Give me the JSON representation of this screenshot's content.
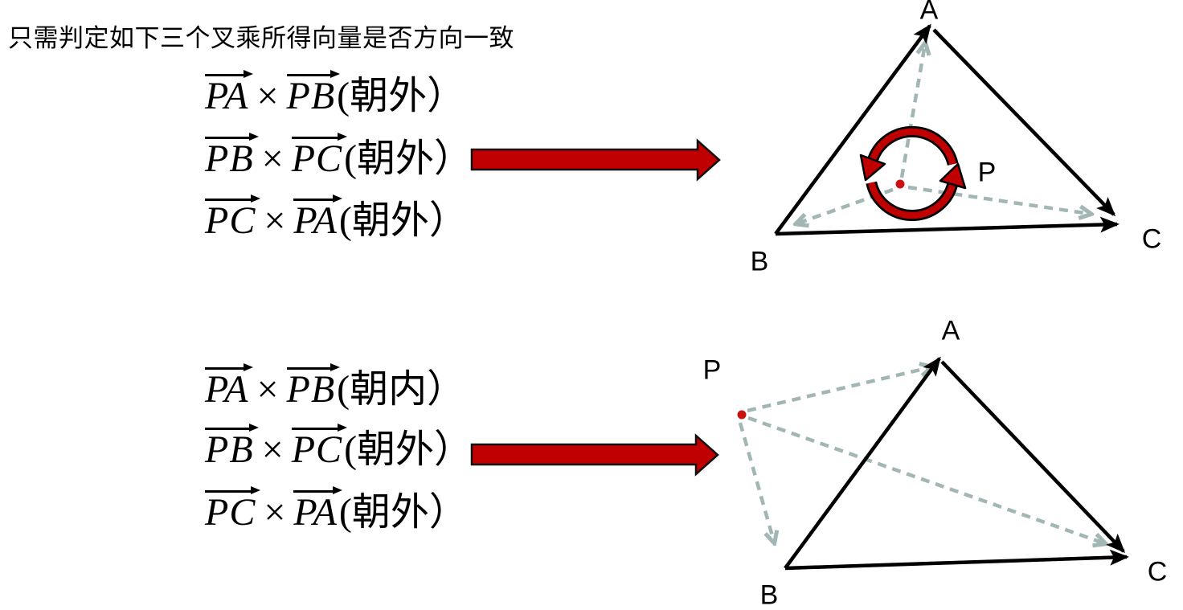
{
  "heading": "只需判定如下三个叉乘所得向量是否方向一致",
  "formula_blocks": [
    {
      "name": "case-point-inside",
      "lines": [
        {
          "v1": "PA",
          "op": "×",
          "v2": "PB",
          "suffix": "(朝外）"
        },
        {
          "v1": "PB",
          "op": "×",
          "v2": "PC",
          "suffix": "(朝外）"
        },
        {
          "v1": "PC",
          "op": "×",
          "v2": "PA",
          "suffix": "(朝外）"
        }
      ]
    },
    {
      "name": "case-point-outside",
      "lines": [
        {
          "v1": "PA",
          "op": "×",
          "v2": "PB",
          "suffix": "(朝内）"
        },
        {
          "v1": "PB",
          "op": "×",
          "v2": "PC",
          "suffix": "(朝外）"
        },
        {
          "v1": "PC",
          "op": "×",
          "v2": "PA",
          "suffix": "(朝外）"
        }
      ]
    }
  ],
  "diagrams": [
    {
      "name": "triangle-point-inside",
      "labels": {
        "A": "A",
        "B": "B",
        "C": "C",
        "P": "P"
      }
    },
    {
      "name": "triangle-point-outside",
      "labels": {
        "A": "A",
        "B": "B",
        "C": "C",
        "P": "P"
      }
    }
  ],
  "colors": {
    "arrow_red": "#C00000",
    "dot_red": "#CC1111",
    "dash_gray": "#A3B6B6",
    "line_black": "#000000"
  }
}
